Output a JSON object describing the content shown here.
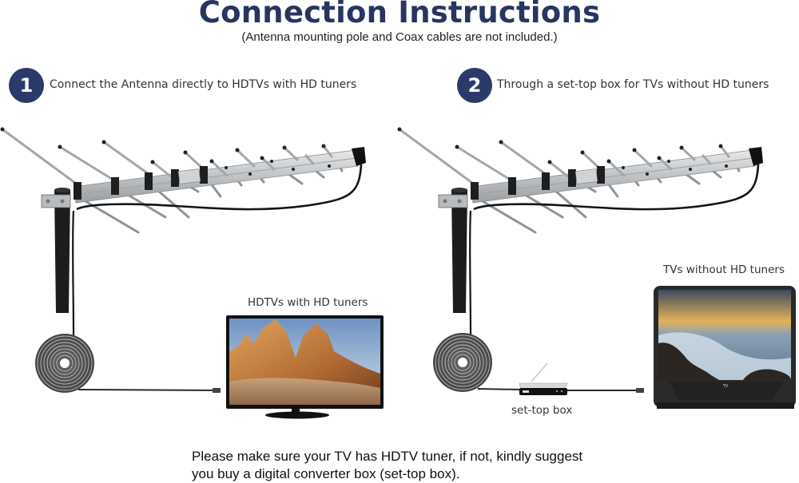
{
  "header": {
    "title": "Connection Instructions",
    "subtitle": "(Antenna mounting pole and Coax cables are not included.)"
  },
  "steps": [
    {
      "number": "1",
      "text": "Connect the Antenna directly to HDTVs with HD tuners",
      "device_label": "HDTVs with HD tuners"
    },
    {
      "number": "2",
      "text": "Through a set-top box for TVs without HD tuners",
      "device_label": "TVs without HD tuners",
      "box_label": "set-top box",
      "tv_brand": "TV"
    }
  ],
  "footer": {
    "note_line1": "Please make sure your TV has HDTV tuner, if not, kindly suggest",
    "note_line2": "you buy a digital converter box  (set-top box)."
  },
  "colors": {
    "title": "#283560",
    "badge": "#2c3a6b"
  },
  "icons": [
    "antenna-icon",
    "cable-coil-icon",
    "hdtv-icon",
    "set-top-box-icon",
    "crt-tv-icon"
  ]
}
